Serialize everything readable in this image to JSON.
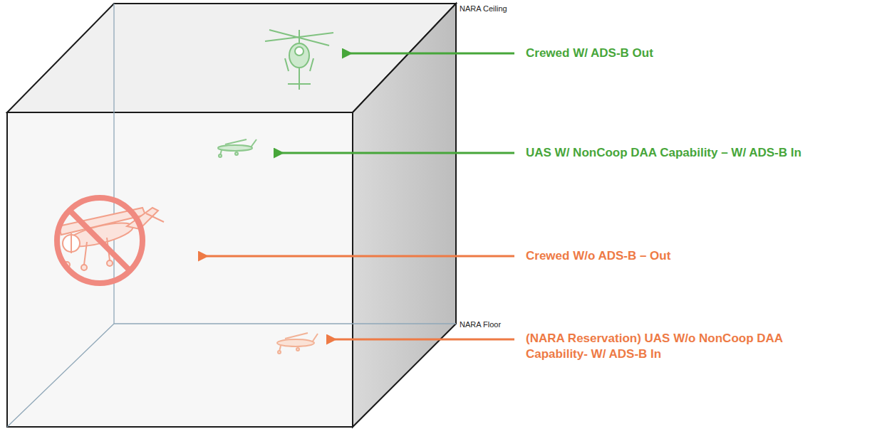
{
  "diagram": {
    "labels": [
      "NARA Ceiling",
      "NARA Floor",
      "Crewed W/ ADS-B Out",
      "UAS W/ NonCoop DAA Capability – W/ ADS-B In",
      "Crewed W/o ADS-B – Out",
      "(NARA Reservation) UAS W/o NonCoop DAA Capability- W/ ADS-B In"
    ]
  }
}
